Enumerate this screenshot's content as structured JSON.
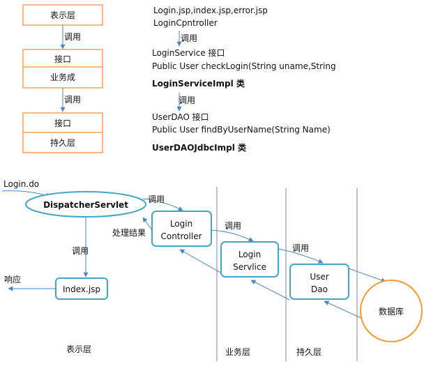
{
  "layers_stack": {
    "presentation": "表示层",
    "interface": "接口",
    "business": "业务成",
    "interface2": "接口",
    "persistence": "持久层",
    "call1": "调用",
    "call2": "调用"
  },
  "code_notes": {
    "line1": "Login.jsp,index.jsp,error.jsp",
    "line2": "LoginCpntroller",
    "call_a": "调用",
    "line3": "LoginService 接口",
    "line4": "Public   User   checkLogin(String   uname,String",
    "line5": "LoginServiceImpl 类",
    "call_b": "调用",
    "line6": "UserDAO 接口",
    "line7": "Public User findByUserName(String Name)",
    "line8": "UserDAOJdbcImpl 类"
  },
  "flow": {
    "request": "Login.do",
    "dispatcher": "DispatcherServlet",
    "call_controller": "调用",
    "controller_line1": "Login",
    "controller_line2": "Controller",
    "process_result": "处理结果",
    "call_index": "调用",
    "index_jsp": "Index.jsp",
    "response": "响应",
    "call_service": "调用",
    "service_line1": "Login",
    "service_line2": "Servlice",
    "call_dao": "调用",
    "dao_line1": "User",
    "dao_line2": "Dao",
    "database": "数据库"
  },
  "bottom_labels": {
    "presentation": "表示层",
    "business": "业务层",
    "persistence": "持久层"
  },
  "colors": {
    "layer_box_border": "#f0a35e",
    "flow_box_border": "#41a7c9",
    "database_border": "#f59a33",
    "arrow": "#4a86c8",
    "lane_line": "#7f7fbf"
  }
}
